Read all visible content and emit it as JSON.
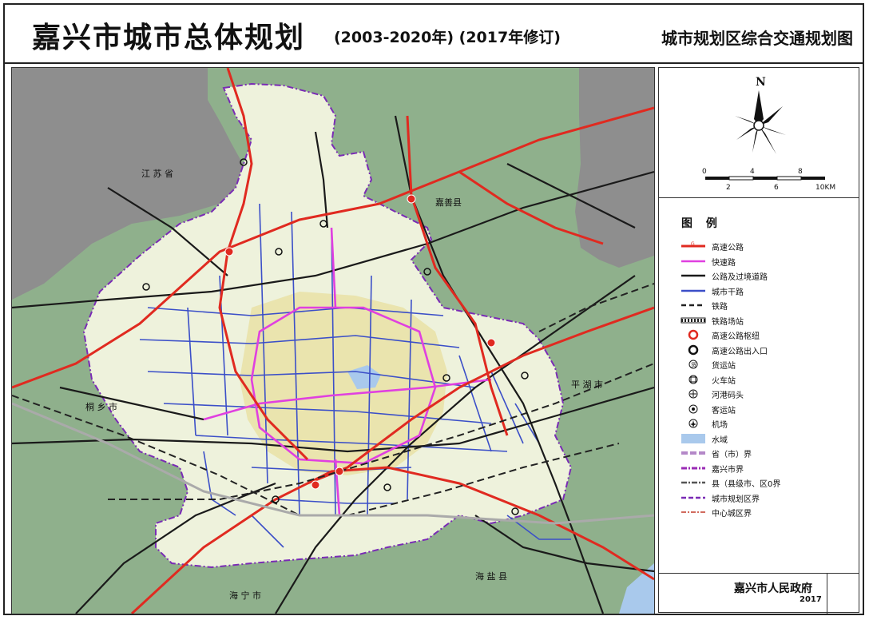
{
  "header": {
    "title_main": "嘉兴市城市总体规划",
    "title_sub": "(2003-2020年) (2017年修订)",
    "title_right": "城市规划区综合交通规划图"
  },
  "map": {
    "place_labels": [
      {
        "id": "jiangsu",
        "text": "江 苏 省"
      },
      {
        "id": "jiashan",
        "text": "嘉善县"
      },
      {
        "id": "pinghu",
        "text": "平 湖 市"
      },
      {
        "id": "tongxiang",
        "text": "桐 乡 市"
      },
      {
        "id": "haining",
        "text": "海 宁 市"
      },
      {
        "id": "haiyan",
        "text": "海 盐 县"
      }
    ],
    "colors": {
      "outside_land": "#8fb08c",
      "jiangsu_land": "#8e8e8e",
      "planning_area": "#eef2dc",
      "urban_core": "#e9e2a6",
      "expressway": "#e02a20",
      "fast_road": "#e040e0",
      "highway": "#1a1a1a",
      "arterial": "#3b4fc8",
      "railway": "#222222",
      "water": "#a9c9ec",
      "planning_boundary": "#7a2bb5"
    }
  },
  "compass": {
    "north_label": "N",
    "scale_ticks_top": [
      "0",
      "4",
      "8"
    ],
    "scale_ticks_bottom": [
      "2",
      "6",
      "10KM"
    ]
  },
  "legend": {
    "title": "图 例",
    "items": [
      {
        "key": "expressway",
        "label": "高速公路"
      },
      {
        "key": "fast_road",
        "label": "快速路"
      },
      {
        "key": "highway",
        "label": "公路及过境道路"
      },
      {
        "key": "arterial",
        "label": "城市干路"
      },
      {
        "key": "railway",
        "label": "铁路"
      },
      {
        "key": "rail_yard",
        "label": "铁路场站"
      },
      {
        "key": "hub",
        "label": "高速公路枢纽"
      },
      {
        "key": "exit",
        "label": "高速公路出入口"
      },
      {
        "key": "freight",
        "label": "货运站"
      },
      {
        "key": "train",
        "label": "火车站"
      },
      {
        "key": "port",
        "label": "河港码头"
      },
      {
        "key": "bus",
        "label": "客运站"
      },
      {
        "key": "airport",
        "label": "机场"
      },
      {
        "key": "water",
        "label": "水域"
      },
      {
        "key": "province_border",
        "label": "省（市）界"
      },
      {
        "key": "city_border",
        "label": "嘉兴市界"
      },
      {
        "key": "county_border",
        "label": "县（县级市、区0界"
      },
      {
        "key": "planning_border",
        "label": "城市规划区界"
      },
      {
        "key": "center_border",
        "label": "中心城区界"
      }
    ]
  },
  "footer": {
    "name": "嘉兴市人民政府",
    "year": "2017"
  }
}
